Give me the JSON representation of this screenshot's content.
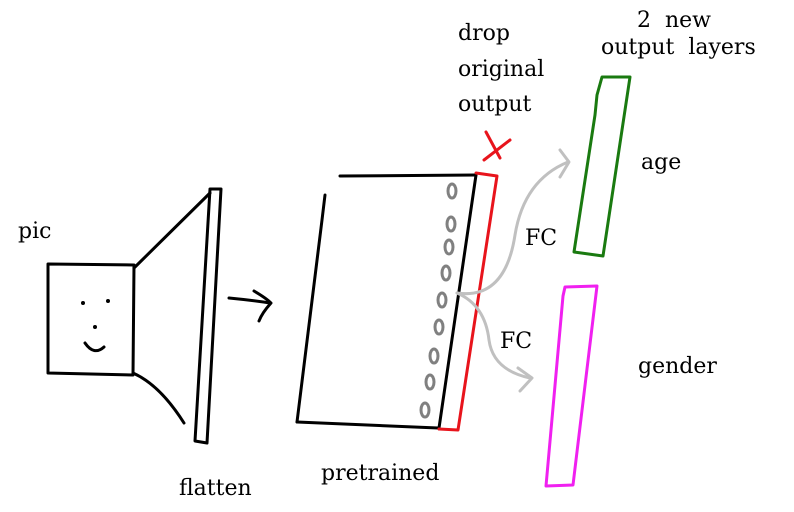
{
  "labels": {
    "pic": "pic",
    "flatten": "flatten",
    "pretrained": "pretrained",
    "drop_line1": "drop",
    "drop_line2": "original",
    "drop_line3": "output",
    "new_line1": "2  new",
    "new_line2": "output  layers",
    "fc_top": "FC",
    "fc_bottom": "FC",
    "age": "age",
    "gender": "gender"
  },
  "colors": {
    "ink": "#000000",
    "dropped_layer": "#e8141c",
    "drop_mark": "#e8141c",
    "neurons": "#808080",
    "fc_arrows": "#c0c0c0",
    "age_layer": "#1a7a10",
    "gender_layer": "#f020f0"
  }
}
